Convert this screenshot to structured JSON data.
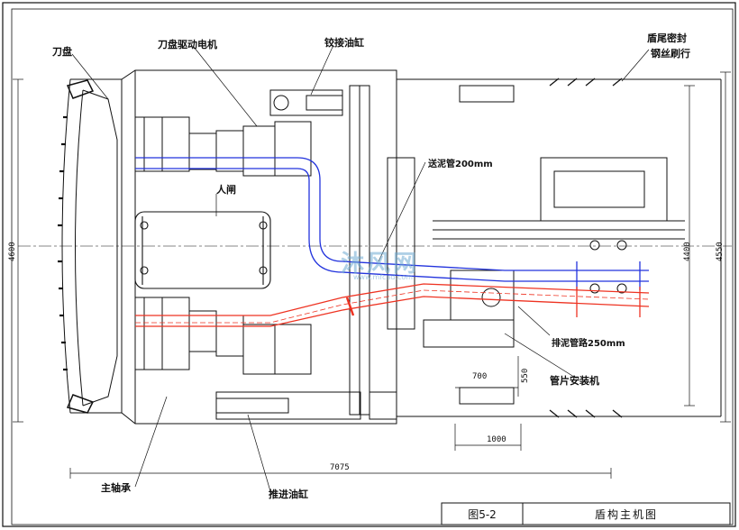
{
  "labels": {
    "cutter_head": "刀盘",
    "cutter_drive_motor": "刀盘驱动电机",
    "articulation_cylinder": "铰接油缸",
    "tail_seal": "盾尾密封",
    "wire_brush": "钢丝刷行",
    "manhole": "人闸",
    "slurry_feed_pipe": "送泥管200mm",
    "slurry_discharge_pipe": "排泥管路250mm",
    "segment_erector": "管片安装机",
    "main_bearing": "主轴承",
    "thrust_cylinder": "推进油缸"
  },
  "dimensions": {
    "overall_length": "7075",
    "left_height": "4600",
    "right_inner": "4400",
    "right_outer": "4550",
    "erector_width": "700",
    "erector_depth": "550",
    "erector_offset": "1000"
  },
  "watermark": {
    "text": "沐风网",
    "url": "www.mfcad.com"
  },
  "title_block": {
    "figure_no": "图5-2",
    "title": "盾构主机图"
  },
  "colors": {
    "line": "#111111",
    "slurry_feed": "#2233dd",
    "slurry_discharge": "#ee3322",
    "watermark": "#6eaad2"
  }
}
